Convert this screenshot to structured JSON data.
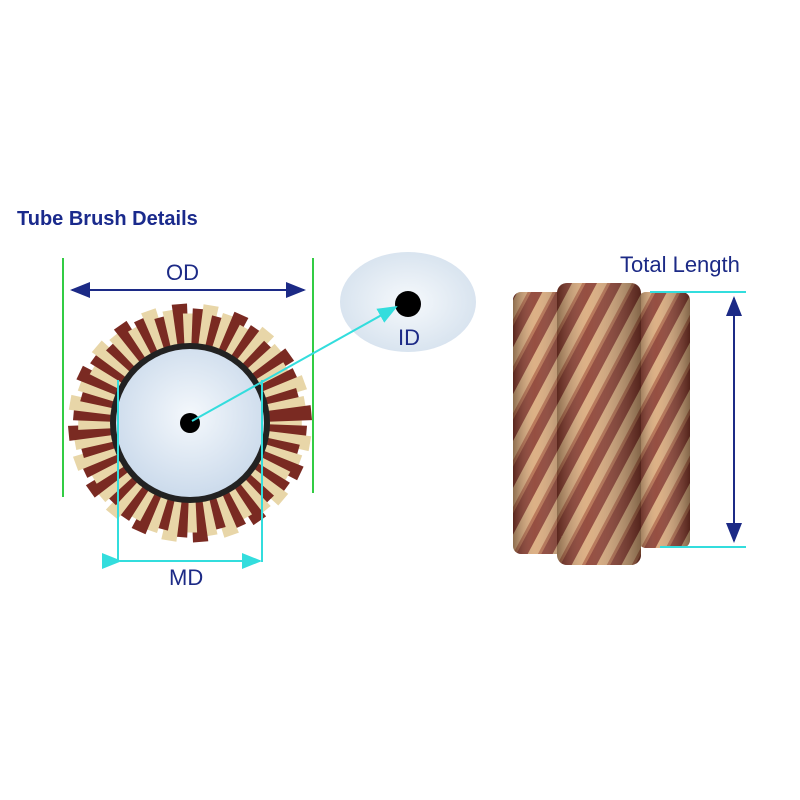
{
  "title": "Tube Brush Details",
  "labels": {
    "od": "OD",
    "id": "ID",
    "md": "MD",
    "total_length": "Total Length"
  },
  "colors": {
    "text": "#1c2a86",
    "dimension_arrow": "#1c2a86",
    "od_guide": "#33cc44",
    "cyan_guide": "#33dddd",
    "bristle_light": "#e8d6a8",
    "bristle_dark": "#7a2a22"
  }
}
